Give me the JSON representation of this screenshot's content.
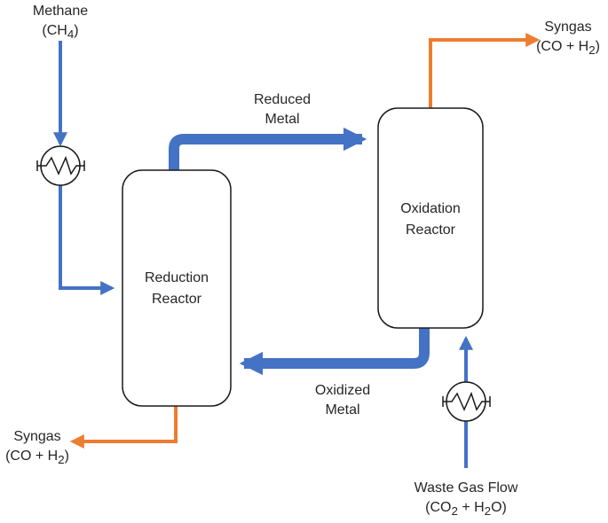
{
  "colors": {
    "blue_stream": "#4472C4",
    "orange_stream": "#ED7D31",
    "outline": "#1a1a1a",
    "text": "#262626"
  },
  "feeds": {
    "methane": {
      "name": "Methane",
      "formula_pre": "(CH",
      "sub": "4",
      "formula_post": ")"
    },
    "waste_gas": {
      "name": "Waste Gas Flow",
      "p1": "(CO",
      "s1": "2",
      "p2": " + H",
      "s2": "2",
      "p3": "O)"
    }
  },
  "reactors": {
    "reduction": {
      "line1": "Reduction",
      "line2": "Reactor"
    },
    "oxidation": {
      "line1": "Oxidation",
      "line2": "Reactor"
    }
  },
  "streams": {
    "reduced_metal": {
      "line1": "Reduced",
      "line2": "Metal"
    },
    "oxidized_metal": {
      "line1": "Oxidized",
      "line2": "Metal"
    }
  },
  "products": {
    "syngas_top": {
      "name": "Syngas",
      "pre": "(CO + H",
      "sub": "2",
      "post": ")"
    },
    "syngas_bottom": {
      "name": "Syngas",
      "pre": "(CO + H",
      "sub": "2",
      "post": ")"
    }
  },
  "icons": {
    "heat_exchanger": "heat-exchanger-icon"
  }
}
